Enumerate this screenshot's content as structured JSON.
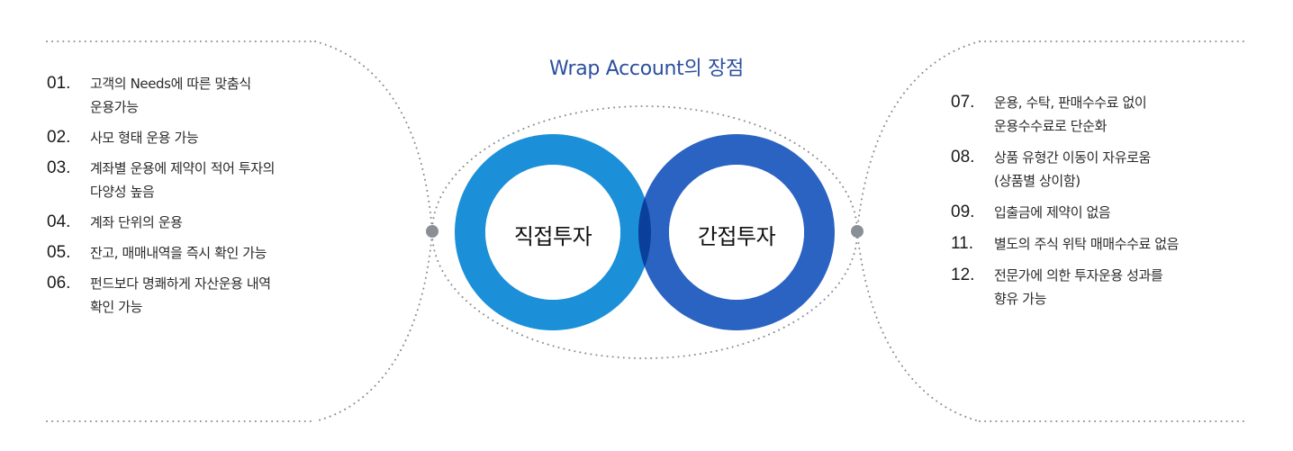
{
  "title": "Wrap Account의 장점",
  "circles": {
    "left_label": "직접투자",
    "right_label": "간접투자"
  },
  "colors": {
    "left_ring": "#1b8fd8",
    "right_ring": "#2a63c2",
    "overlap": "#0b3f9c",
    "title": "#2c4f9e",
    "dots": "#8a8f96"
  },
  "left_items": [
    {
      "num": "01.",
      "text": "고객의 Needs에 따른 맞춤식\n운용가능"
    },
    {
      "num": "02.",
      "text": "사모 형태 운용 가능"
    },
    {
      "num": "03.",
      "text": "계좌별 운용에 제약이 적어 투자의\n다양성 높음"
    },
    {
      "num": "04.",
      "text": "계좌 단위의 운용"
    },
    {
      "num": "05.",
      "text": "잔고, 매매내역을 즉시 확인 가능"
    },
    {
      "num": "06.",
      "text": "펀드보다 명쾌하게 자산운용 내역\n확인 가능"
    }
  ],
  "right_items": [
    {
      "num": "07.",
      "text": "운용, 수탁, 판매수수료 없이\n운용수수료로 단순화"
    },
    {
      "num": "08.",
      "text": "상품 유형간 이동이 자유로움\n(상품별 상이함)"
    },
    {
      "num": "09.",
      "text": "입출금에 제약이 없음"
    },
    {
      "num": "11.",
      "text": "별도의 주식 위탁 매매수수료 없음"
    },
    {
      "num": "12.",
      "text": "전문가에 의한 투자운용 성과를\n향유 가능"
    }
  ]
}
